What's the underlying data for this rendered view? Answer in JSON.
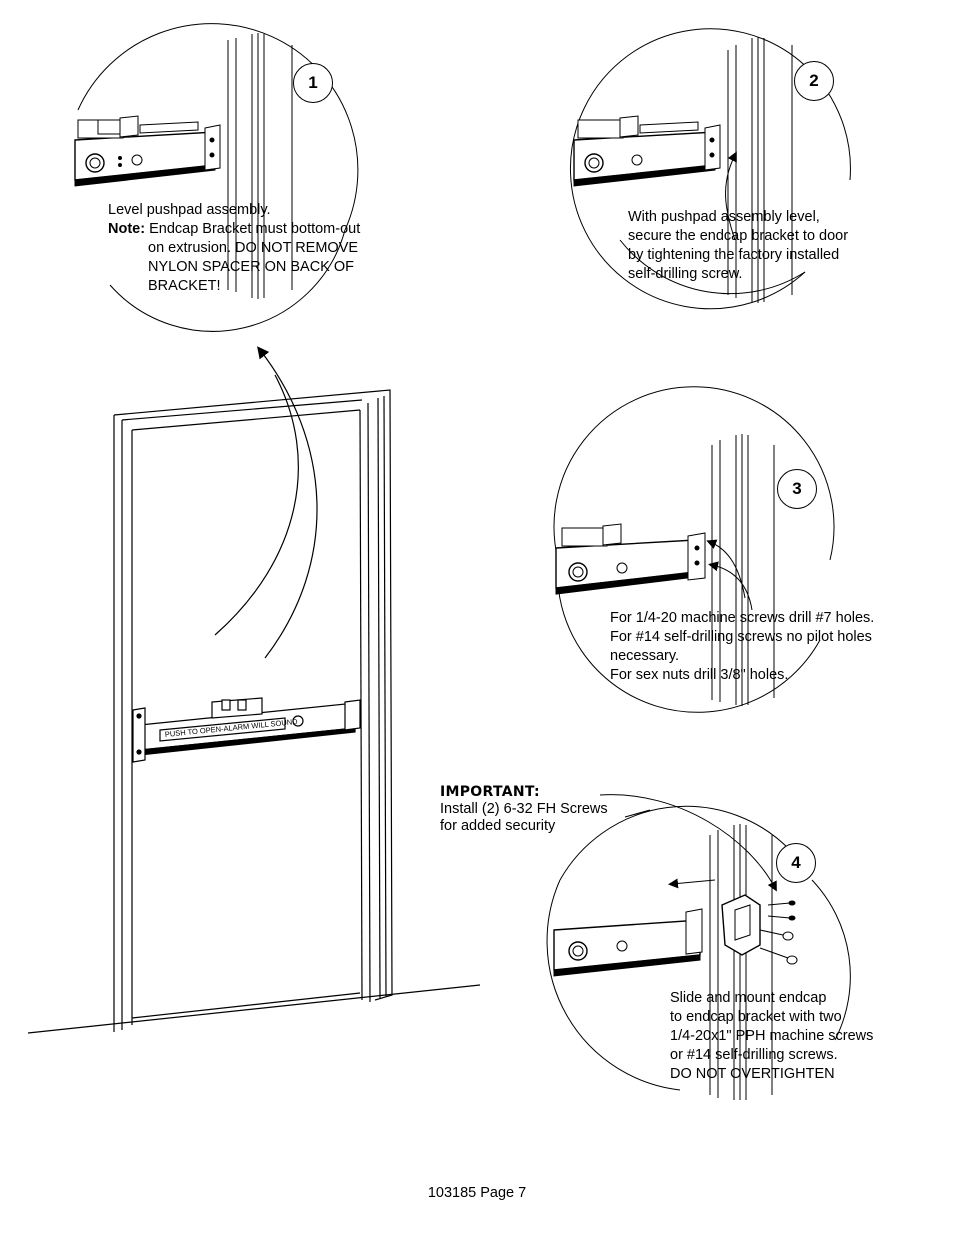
{
  "steps": [
    {
      "number": "1",
      "lines": [
        "Level pushpad assembly."
      ],
      "note_label": "Note:",
      "note_lines": [
        "Endcap Bracket must bottom-out",
        "on extrusion. DO NOT REMOVE",
        "NYLON SPACER ON BACK OF",
        "BRACKET!"
      ]
    },
    {
      "number": "2",
      "lines": [
        "With pushpad assembly level,",
        "secure the endcap bracket to door",
        "by tightening the factory installed",
        "self-drilling screw."
      ]
    },
    {
      "number": "3",
      "lines": [
        "For 1/4-20 machine screws drill #7 holes.",
        "For #14 self-drilling screws no pilot holes",
        "necessary.",
        "For sex nuts drill 3/8\" holes."
      ]
    },
    {
      "number": "4",
      "lines": [
        "Slide and mount endcap",
        "to endcap bracket with two",
        "1/4-20x1\" PPH machine screws",
        "or #14 self-drilling screws.",
        "DO NOT OVERTIGHTEN"
      ]
    }
  ],
  "important": {
    "heading": "IMPORTANT:",
    "lines": [
      "Install (2) 6-32 FH Screws",
      "for added security"
    ]
  },
  "door_bar_label": "PUSH TO OPEN-ALARM WILL SOUND",
  "footer": "103185  Page 7"
}
